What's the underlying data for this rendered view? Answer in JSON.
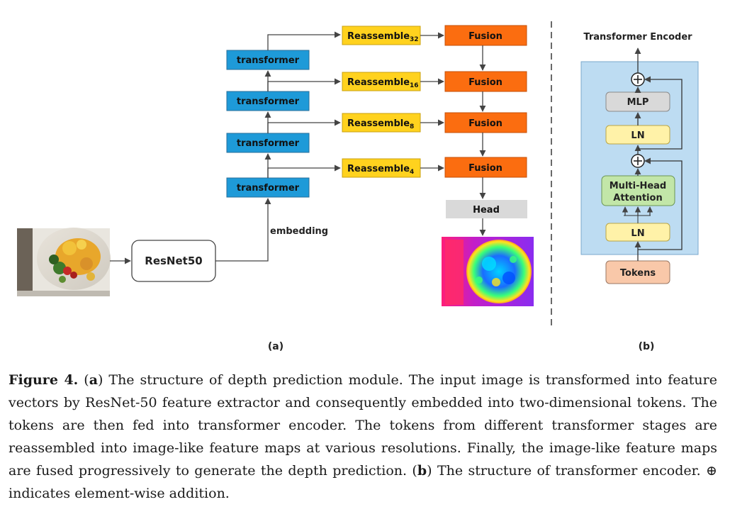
{
  "panel_a": {
    "label": "(a)",
    "input_image": "food photo",
    "backbone_label": "ResNet50",
    "embedding_label": "embedding",
    "transformer_label": "transformer",
    "reassemble_base": "Reassemble",
    "reassemble_subscripts": [
      "32",
      "16",
      "8",
      "4"
    ],
    "fusion_label": "Fusion",
    "head_label": "Head",
    "output_image": "depth map"
  },
  "panel_b": {
    "label": "(b)",
    "title": "Transformer Encoder",
    "mlp_label": "MLP",
    "ln_label": "LN",
    "attention_label_line1": "Multi-Head",
    "attention_label_line2": "Attention",
    "tokens_label": "Tokens"
  },
  "caption": {
    "figure_label": "Figure 4.",
    "a_letter": "a",
    "a_text": " The structure of depth prediction module. The input image is transformed into feature vectors by ResNet-50 feature extractor and consequently embedded into two-dimensional tokens. The tokens are then fed into transformer encoder. The tokens from different transformer stages are reassembled into image-like feature maps at various resolutions. Finally, the image-like feature maps are fused progressively to generate the depth prediction. (",
    "b_letter": "b",
    "b_text": ") The structure of transformer encoder. ⊕ indicates element-wise addition."
  },
  "colors": {
    "transformer_fill": "#1e9ad8",
    "reassemble_fill": "#ffd21e",
    "fusion_fill": "#fb6d10",
    "head_fill": "#d9d9d9",
    "encoder_bg": "#bddcf2",
    "ln_fill": "#fff2a8",
    "mlp_fill": "#d9d9d9",
    "attention_fill": "#c2e6a8",
    "tokens_fill": "#f9c8a9"
  }
}
